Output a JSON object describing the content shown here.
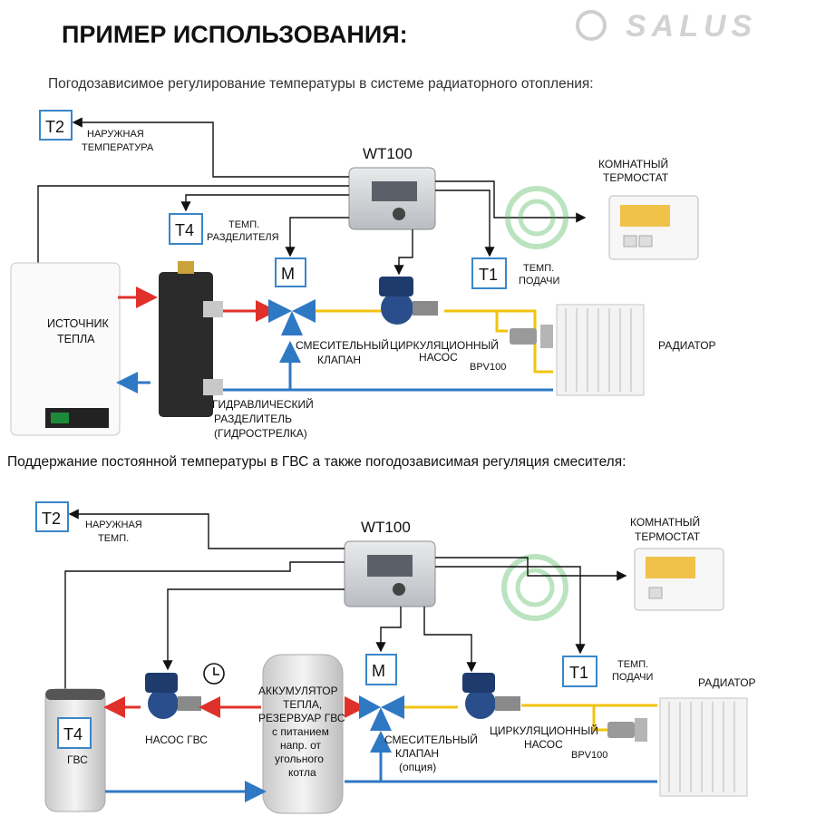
{
  "header": {
    "title": "ПРИМЕР ИСПОЛЬЗОВАНИЯ:",
    "brand": "SALUS"
  },
  "diagram1": {
    "caption": "Погодозависимое регулирование температуры в системе радиаторного отопления:",
    "controller": "WT100",
    "t2": "T2",
    "t2_label": [
      "НАРУЖНАЯ",
      "ТЕМПЕРАТУРА"
    ],
    "t4": "T4",
    "t4_label": [
      "ТЕМП.",
      "РАЗДЕЛИТЕЛЯ"
    ],
    "m": "M",
    "t1": "T1",
    "t1_label": [
      "ТЕМП.",
      "ПОДАЧИ"
    ],
    "thermostat_label": [
      "КОМНАТНЫЙ",
      "ТЕРМОСТАТ"
    ],
    "boiler_label": [
      "ИСТОЧНИК",
      "ТЕПЛА"
    ],
    "mixing_valve_label": [
      "СМЕСИТЕЛЬНЫЙ",
      "КЛАПАН"
    ],
    "pump_label": [
      "ЦИРКУЛЯЦИОННЫЙ",
      "НАСОС"
    ],
    "bpv": "BPV100",
    "radiator": "РАДИАТОР",
    "separator_label": [
      "ГИДРАВЛИЧЕСКИЙ",
      "РАЗДЕЛИТЕЛЬ",
      "(ГИДРОСТРЕЛКА)"
    ]
  },
  "diagram2": {
    "caption": "Поддержание постоянной температуры в ГВС а также погодозависимая регуляция смесителя:",
    "controller": "WT100",
    "t2": "T2",
    "t2_label": [
      "НАРУЖНАЯ",
      "ТЕМП."
    ],
    "thermostat_label": [
      "КОМНАТНЫЙ",
      "ТЕРМОСТАТ"
    ],
    "t4": "T4",
    "dhw": "ГВС",
    "dhw_pump": "НАСОС ГВС",
    "accumulator_label": [
      "АККУМУЛЯТОР",
      "ТЕПЛА,",
      "РЕЗЕРВУАР ГВС",
      "с питанием",
      "напр. от",
      "угольного",
      "котла"
    ],
    "m": "M",
    "mixing_valve_label": [
      "СМЕСИТЕЛЬНЫЙ",
      "КЛАПАН",
      "(опция)"
    ],
    "pump_label": [
      "ЦИРКУЛЯЦИОННЫЙ",
      "НАСОС"
    ],
    "t1": "T1",
    "t1_label": [
      "ТЕМП.",
      "ПОДАЧИ"
    ],
    "bpv": "BPV100",
    "radiator": "РАДИАТОР"
  },
  "colors": {
    "hot": "#e0302a",
    "cold": "#2f78c4",
    "supply": "#f1c40f",
    "sensor_border": "#3a86c8"
  }
}
